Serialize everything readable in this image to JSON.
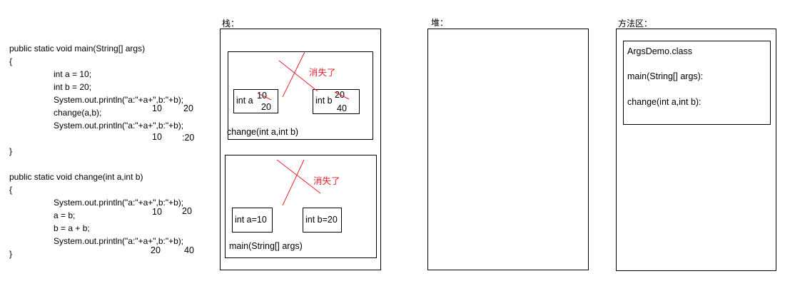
{
  "code": {
    "main_sig": "public static void main(String[] args)",
    "brace_open": "{",
    "brace_close": "}",
    "main_lines": [
      "int a = 10;",
      "int b = 20;",
      "System.out.println(\"a:\"+a+\",b:\"+b);",
      "change(a,b);",
      "System.out.println(\"a:\"+a+\",b:\"+b);"
    ],
    "change_sig": "public static void change(int a,int b)",
    "change_lines": [
      "System.out.println(\"a:\"+a+\",b:\"+b);",
      "a = b;",
      "b = a + b;",
      "System.out.println(\"a:\"+a+\",b:\"+b);"
    ],
    "notes": {
      "main_a1": "10",
      "main_b1": "20",
      "main_a2": "10",
      "main_b2": ":20",
      "chg_a1": "10",
      "chg_b1": "20",
      "chg_a2": "20",
      "chg_b2": "40"
    }
  },
  "stack": {
    "title": "栈：",
    "change_frame": {
      "label": "change(int a,int b)",
      "var_a_name": "int a",
      "var_a_old": "10",
      "var_a_new": "20",
      "var_b_name": "int b",
      "var_b_old": "20",
      "var_b_new": "40",
      "vanish": "消失了"
    },
    "main_frame": {
      "label": "main(String[] args)",
      "var_a": "int a=10",
      "var_b": "int b=20",
      "vanish": "消失了"
    }
  },
  "heap": {
    "title": "堆："
  },
  "method_area": {
    "title": "方法区：",
    "class_name": "ArgsDemo.class",
    "method1": "main(String[] args):",
    "method2": "change(int a,int b):"
  },
  "colors": {
    "annotation": "#e8202a",
    "border": "#000000"
  }
}
